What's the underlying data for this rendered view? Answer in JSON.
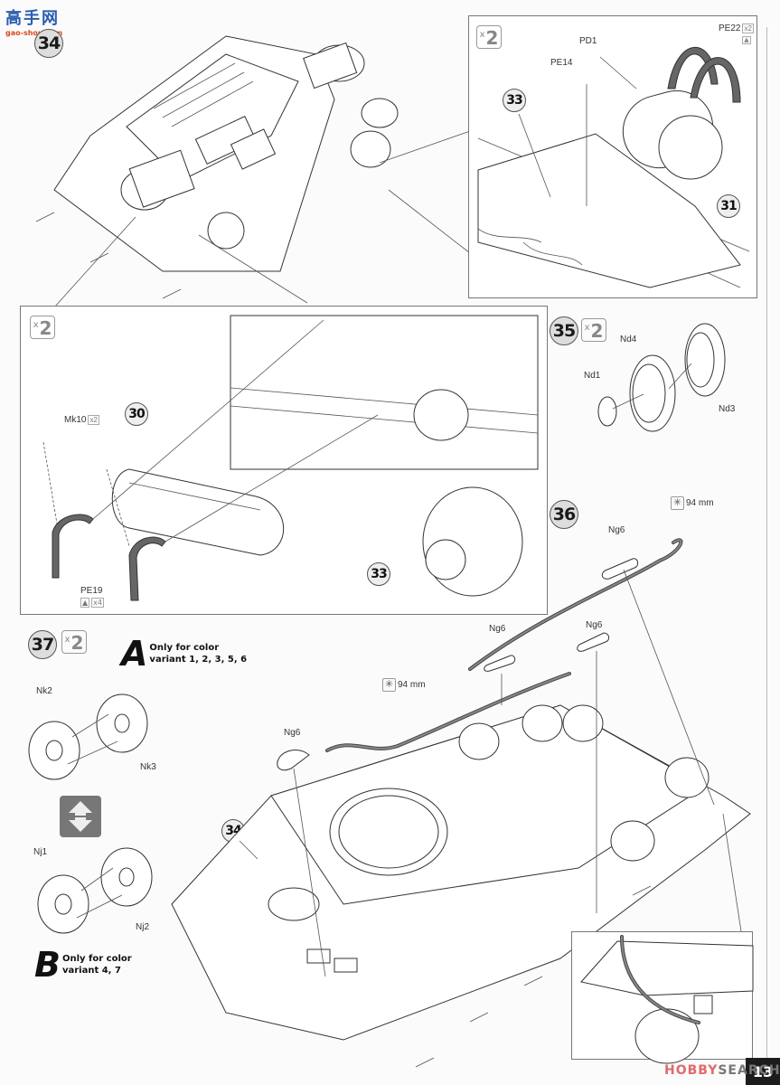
{
  "watermark_top": {
    "chinese": "高手网",
    "domain": "gao-shou.com"
  },
  "watermark_bottom": {
    "brand_a": "HOBBY",
    "brand_b": "SEARCH"
  },
  "page_number": "13",
  "step34": {
    "number": "34",
    "detail_top": {
      "multiplier_x": "x",
      "multiplier_n": "2",
      "ref_part": "33",
      "ref_result": "31",
      "labels": {
        "pd1": "PD1",
        "pe14": "PE14",
        "pe22": "PE22",
        "pe22_qty": "x2"
      }
    },
    "detail_left": {
      "multiplier_x": "x",
      "multiplier_n": "2",
      "ref_tank": "30",
      "ref_hull": "33",
      "labels": {
        "mk10": "Mk10",
        "mk10_qty": "x2",
        "pe19": "PE19",
        "pe19_qty": "x4"
      }
    }
  },
  "step35": {
    "number": "35",
    "multiplier_x": "x",
    "multiplier_n": "2",
    "labels": {
      "nd4": "Nd4",
      "nd1": "Nd1",
      "nd3": "Nd3"
    }
  },
  "step36": {
    "number": "36",
    "cable_length": "94 mm",
    "cable_length_2": "94 mm",
    "labels": {
      "ng6_a": "Ng6",
      "ng6_b": "Ng6",
      "ng6_c": "Ng6",
      "ng6_d": "Ng6"
    },
    "ref_hull": "34"
  },
  "step37": {
    "number": "37",
    "multiplier_x": "x",
    "multiplier_n": "2",
    "variant_a": {
      "letter": "A",
      "line1": "Only for color",
      "line2": "variant 1, 2, 3, 5, 6"
    },
    "variant_b": {
      "letter": "B",
      "line1": "Only for color",
      "line2": "variant 4, 7"
    },
    "labels": {
      "nk2": "Nk2",
      "nk3": "Nk3",
      "nj1": "Nj1",
      "nj2": "Nj2"
    },
    "icon": "flip-arrows-icon"
  },
  "icons": {
    "cut": "*"
  }
}
